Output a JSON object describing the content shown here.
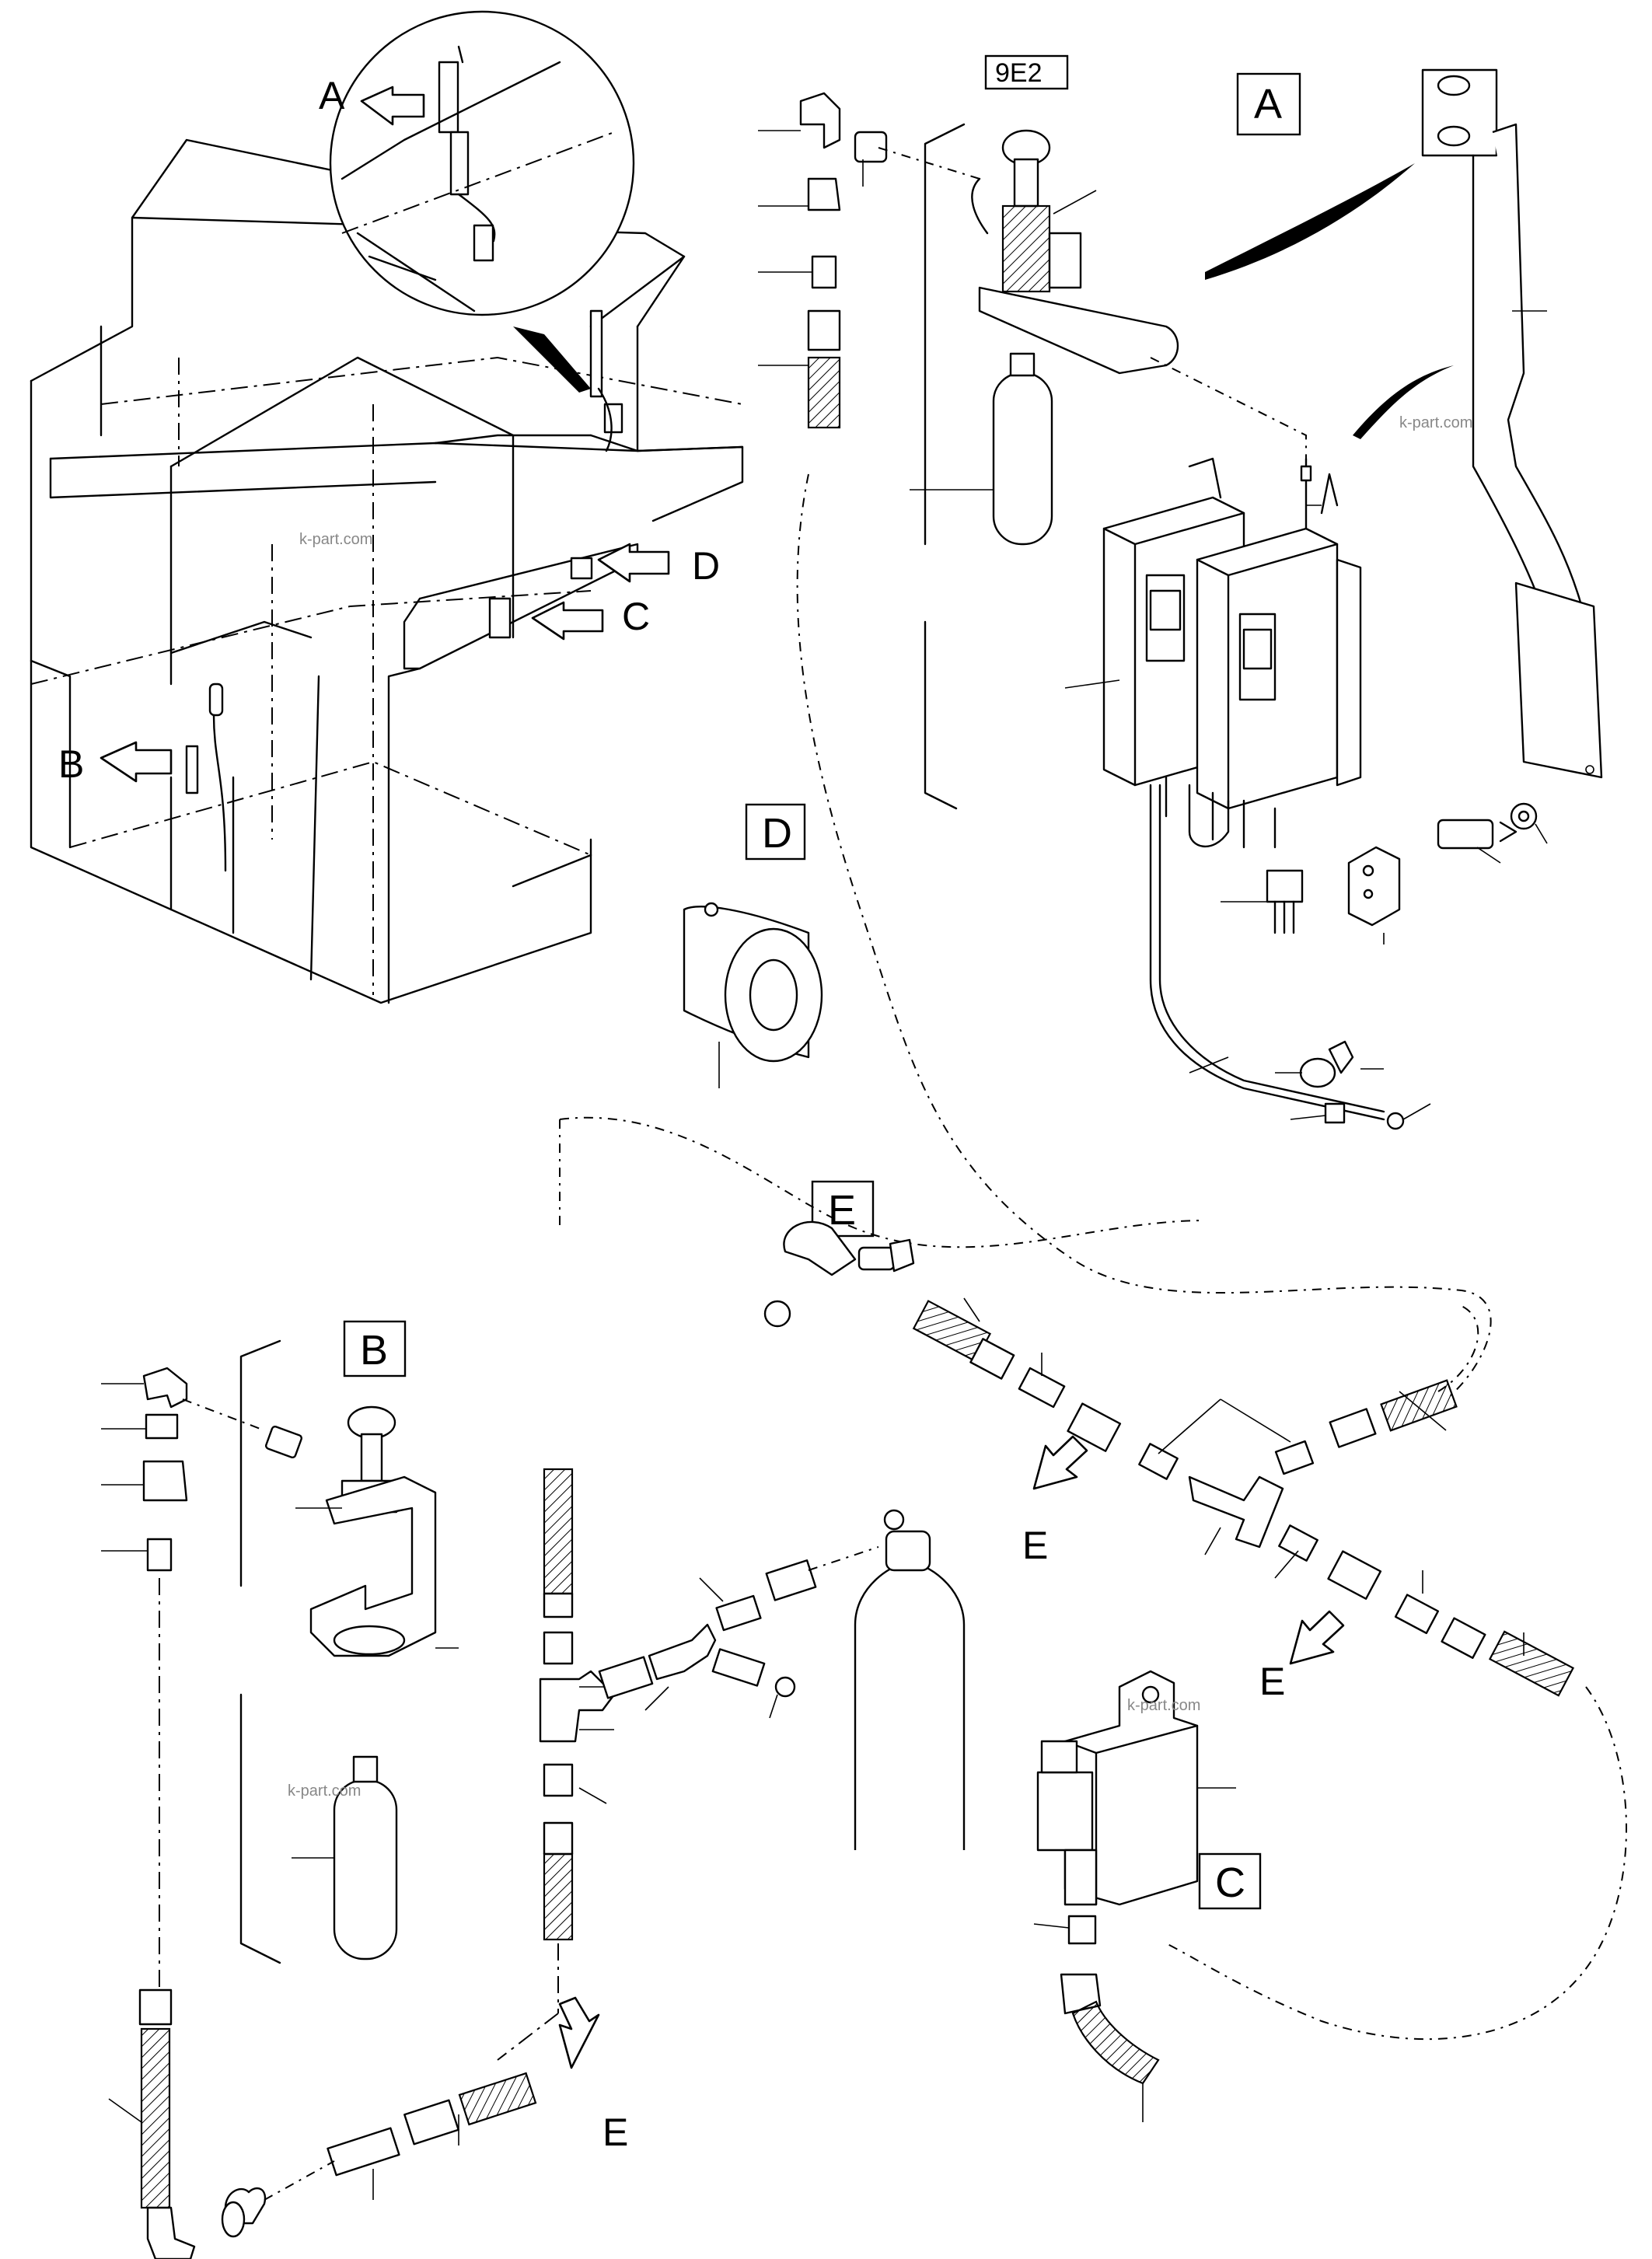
{
  "view_labels": {
    "A": "A",
    "B": "B",
    "C": "C",
    "D": "D",
    "E": "E"
  },
  "reference_code": "9E2",
  "watermark": "k-part.com",
  "colors": {
    "line": "#000000",
    "background": "#ffffff",
    "watermark": "#888888"
  }
}
